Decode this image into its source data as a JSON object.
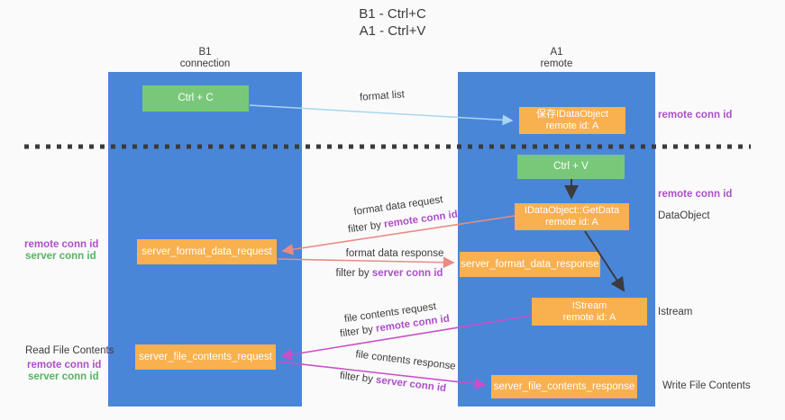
{
  "title": {
    "line1": "B1 - Ctrl+C",
    "line2": "A1 - Ctrl+V"
  },
  "columns": {
    "left": {
      "title": "B1",
      "subtitle": "connection"
    },
    "right": {
      "title": "A1",
      "subtitle": "remote"
    }
  },
  "nodes": {
    "ctrl_c": "Ctrl + C",
    "ctrl_v": "Ctrl + V",
    "save_dataobject": {
      "line1": "保存IDataObject",
      "line2": "remote id: A"
    },
    "getdata": {
      "line1": "IDataObject::GetData",
      "line2": "remote id: A"
    },
    "istream": {
      "line1": "IStream",
      "line2": "remote id: A"
    },
    "format_request": "server_format_data_request",
    "format_response": "server_format_data_response",
    "file_request": "server_file_contents_request",
    "file_response": "server_file_contents_response"
  },
  "edge_labels": {
    "format_list": "format list",
    "format_data_request": "format data request",
    "format_data_response": "format data response",
    "file_contents_request": "file contents request",
    "file_contents_response": "file contents response",
    "filter_by": "filter by",
    "remote_conn_id": "remote conn id",
    "server_conn_id": "server conn id"
  },
  "side_labels": {
    "remote_conn_id": "remote conn id",
    "server_conn_id": "server conn id",
    "dataobject": "DataObject",
    "istream": "Istream",
    "read_file_contents": "Read File Contents",
    "write_file_contents": "Write File Contents"
  },
  "colors": {
    "lifeline_blue": "#4a86d8",
    "box_orange": "#f9b04e",
    "box_green": "#79c879",
    "arrow_lightblue": "#a9d5f3",
    "arrow_salmon": "#e98b85",
    "arrow_magenta": "#c94fc9",
    "arrow_black": "#3c3c3c",
    "label_purple": "#ad4fc9",
    "label_green": "#56b364",
    "background": "#fafafa"
  }
}
